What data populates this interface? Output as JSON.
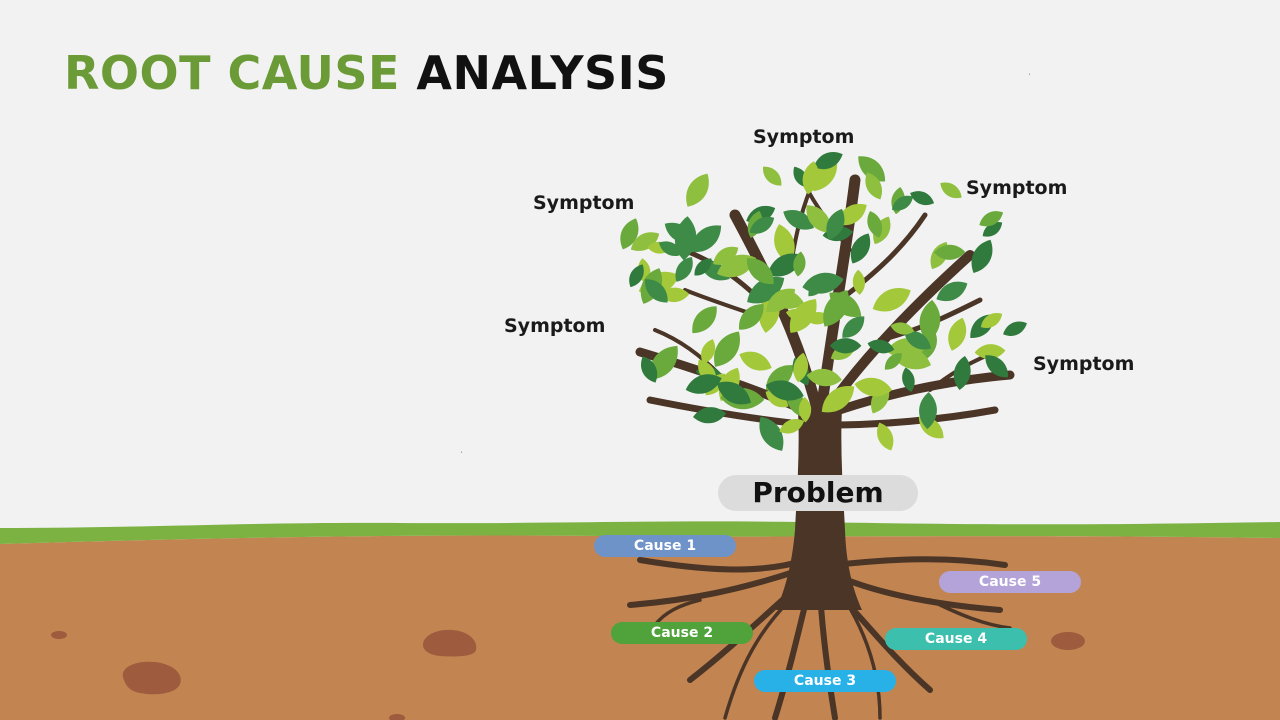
{
  "title": {
    "part1": "ROOT CAUSE",
    "part2": "ANALYSIS"
  },
  "symptoms": [
    "Symptom",
    "Symptom",
    "Symptom",
    "Symptom",
    "Symptom"
  ],
  "problem": "Problem",
  "causes": [
    "Cause 1",
    "Cause 2",
    "Cause 3",
    "Cause 4",
    "Cause 5"
  ],
  "colors": {
    "title_green": "#6b9b37",
    "trunk": "#4a3526",
    "soil": "#c28451",
    "grass": "#7bb242",
    "cause1": "#6e93c9",
    "cause2": "#4fa33a",
    "cause3": "#27b1e6",
    "cause4": "#3dbfae",
    "cause5": "#b3a3d9",
    "leaf_dark": "#3e8b47",
    "leaf_light": "#a3c93a"
  }
}
